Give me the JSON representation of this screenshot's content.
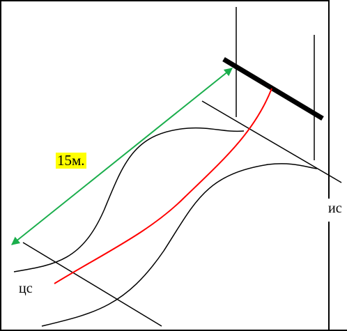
{
  "labels": {
    "distance": "15м.",
    "source": "ис",
    "destination": "цс"
  },
  "colors": {
    "background": "#ffffff",
    "lines": "#000000",
    "route": "#ff0000",
    "measure_arrow": "#1aae4c",
    "highlight": "#ffff00"
  }
}
